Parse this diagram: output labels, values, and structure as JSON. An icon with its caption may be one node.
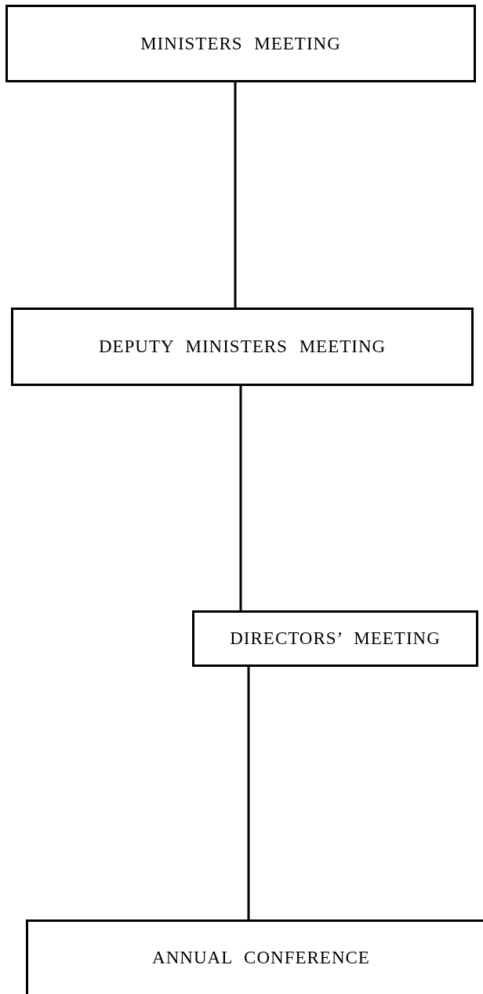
{
  "diagram": {
    "nodes": [
      {
        "text": [
          "MINISTERS MEETING"
        ]
      },
      {
        "text": [
          "DEPUTY MINISTERS MEETING"
        ]
      },
      {
        "text": [
          "DIRECTORS’ MEETING"
        ]
      },
      {
        "text": [
          "ANNUAL CONFERENCE"
        ]
      }
    ],
    "edges": [
      {
        "from": 0,
        "to": 1,
        "arrow": "none"
      },
      {
        "from": 1,
        "to": 2,
        "arrow": "none"
      },
      {
        "from": 2,
        "to": 3,
        "arrow": "none"
      }
    ]
  }
}
